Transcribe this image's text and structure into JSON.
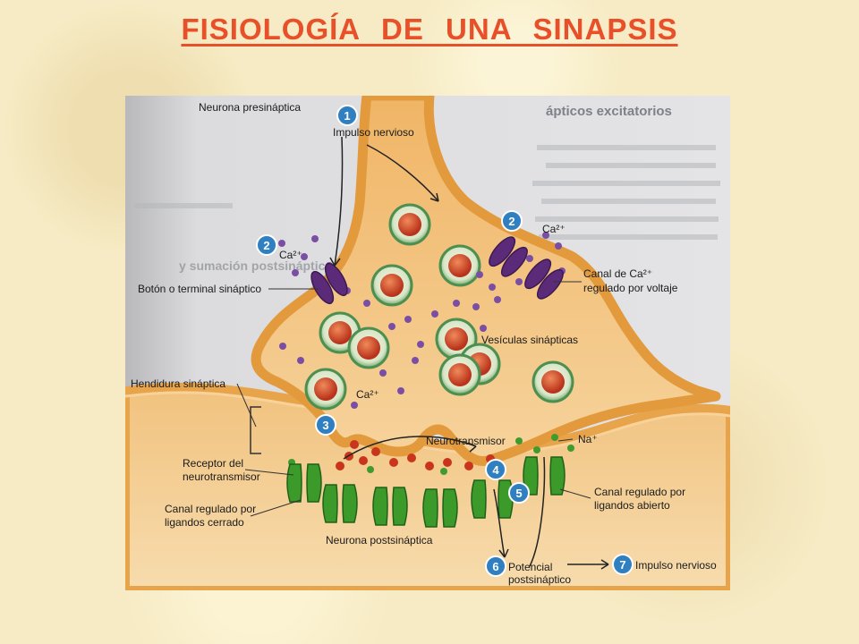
{
  "title": "FISIOLOGÍA DE UNA SINAPSIS",
  "background_text": {
    "header": "ápticos excitatorios",
    "left_header": "y sumación postsinápticos"
  },
  "labels": {
    "presynaptic_neuron": "Neurona presináptica",
    "nerve_impulse": "Impulso nervioso",
    "ca_left": "Ca²⁺",
    "ca_right": "Ca²⁺",
    "ca_mid": "Ca²⁺",
    "button_terminal": "Botón o terminal sináptico",
    "ca_channel_1": "Canal de Ca²⁺",
    "ca_channel_2": "regulado por voltaje",
    "vesicles": "Vesículas sinápticas",
    "cleft": "Hendidura sináptica",
    "neurotransmitter": "Neurotransmisor",
    "na": "Na⁺",
    "receptor_1": "Receptor del",
    "receptor_2": "neurotransmisor",
    "closed_channel_1": "Canal regulado por",
    "closed_channel_2": "ligandos cerrado",
    "open_channel_1": "Canal regulado por",
    "open_channel_2": "ligandos abierto",
    "postsynaptic_neuron": "Neurona postsináptica",
    "potential_1": "Potencial",
    "potential_2": "postsináptico",
    "nerve_impulse_out": "Impulso nervioso"
  },
  "steps": [
    "1",
    "2",
    "2",
    "3",
    "4",
    "5",
    "6",
    "7"
  ],
  "colors": {
    "title": "#e8502a",
    "membrane": "#e9a24a",
    "cytoplasm": "#f3c27c",
    "step_badge": "#2f7fc1",
    "ion_ca": "#7a4fa3",
    "neurotransmitter": "#c9341d",
    "na_ion": "#3f9b2e",
    "channel_purple": "#5b2b7a",
    "receptor_green": "#3c9a2b"
  }
}
